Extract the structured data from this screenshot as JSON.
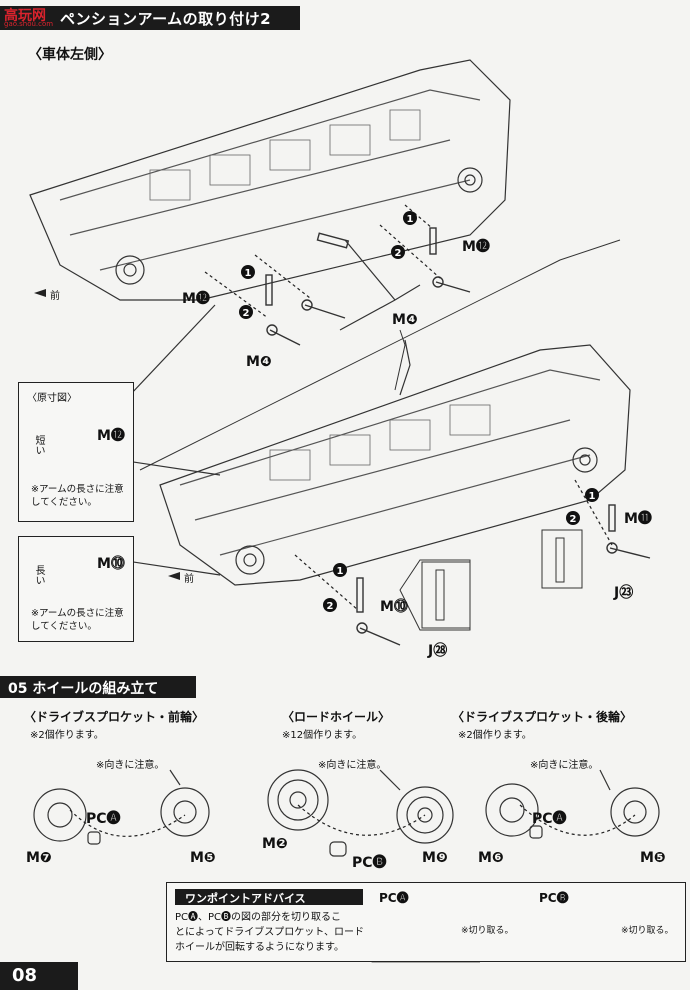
{
  "header": {
    "title": "ペンションアームの取り付け2",
    "brand": "高玩网",
    "brand_sub": "gao.shou.com"
  },
  "upper": {
    "side_label": "〈車体左側〉",
    "front_label_1": "前",
    "front_label_2": "前",
    "parts": {
      "m12_top": "M⓬",
      "m12_left": "M⓬",
      "m4_mid": "M❹",
      "m4_low": "M❹",
      "m11": "M⓫",
      "m10": "M⓾",
      "j23": "J㉓",
      "j28": "J㉘"
    },
    "steps": [
      "1",
      "2",
      "1",
      "2",
      "1",
      "2",
      "1",
      "2"
    ]
  },
  "dimension_box": {
    "title": "〈原寸図〉",
    "short_label": "短い",
    "short_part": "M⓬",
    "caution_1": "※アームの長さに注意\nしてください。",
    "long_label": "長い",
    "long_part": "M⓾",
    "caution_2": "※アームの長さに注意\nしてください。"
  },
  "section05": {
    "title": "05 ホイールの組み立て",
    "front": {
      "heading": "〈ドライブスプロケット・前輪〉",
      "count": "※2個作ります。",
      "direction": "※向きに注意。",
      "pc": "PC🅐",
      "left_part": "M❼",
      "right_part": "M❺"
    },
    "road": {
      "heading": "〈ロードホイール〉",
      "count": "※12個作ります。",
      "direction": "※向きに注意。",
      "left_part": "M❷",
      "pc": "PC🅑",
      "right_part": "M❾"
    },
    "rear": {
      "heading": "〈ドライブスプロケット・後輪〉",
      "count": "※2個作ります。",
      "direction": "※向きに注意。",
      "pc": "PC🅐",
      "left_part": "M❻",
      "right_part": "M❺"
    }
  },
  "advice": {
    "heading": "ワンポイントアドバイス",
    "text": "PC🅐、PC🅑の図の部分を切り取るこ\nとによってドライブスプロケット、ロード\nホイールが回転するようになります。",
    "pc_a": "PC🅐",
    "pc_b": "PC🅑",
    "cut_a": "※切り取る。",
    "cut_b": "※切り取る。"
  },
  "page_number": "08"
}
